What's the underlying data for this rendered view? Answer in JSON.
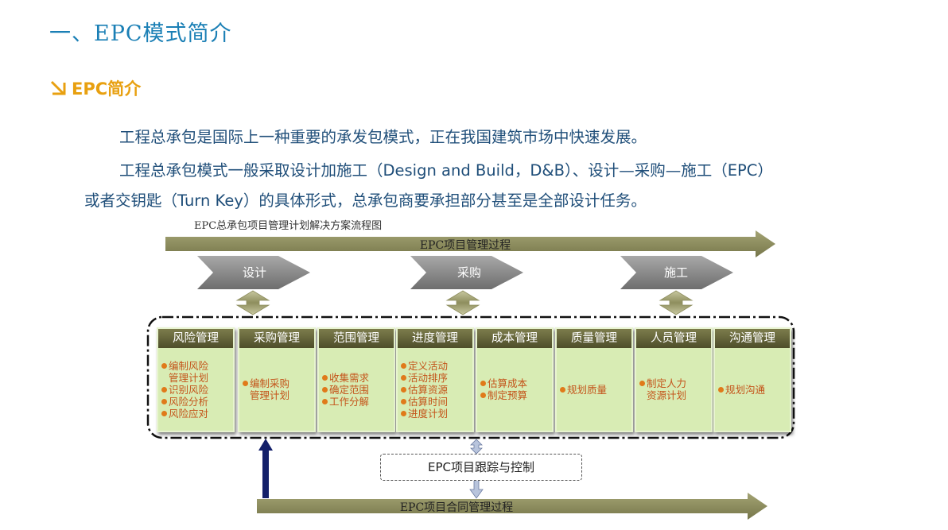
{
  "title": "一、EPC模式简介",
  "subtitle": "EPC简介",
  "paragraphs": [
    "工程总承包是国际上一种重要的承发包模式，正在我国建筑市场中快速发展。",
    "工程总承包模式一般采取设计加施工（Design and Build，D&B）、设计—采购—施工（EPC）",
    "或者交钥匙（Turn Key）的具体形式，总承包商要承担部分甚至是全部设计任务。"
  ],
  "diagram": {
    "title": "EPC总承包项目管理计划解决方案流程图",
    "top_arrow": "EPC项目管理过程",
    "phases": [
      "设计",
      "采购",
      "施工"
    ],
    "modules": [
      {
        "header": "风险管理",
        "items": [
          [
            "编制风险",
            "管理计划"
          ],
          [
            "识别风险"
          ],
          [
            "风险分析"
          ],
          [
            "风险应对"
          ]
        ]
      },
      {
        "header": "采购管理",
        "items": [
          [
            "编制采购",
            "管理计划"
          ]
        ]
      },
      {
        "header": "范围管理",
        "items": [
          [
            "收集需求"
          ],
          [
            "确定范围"
          ],
          [
            "工作分解"
          ]
        ]
      },
      {
        "header": "进度管理",
        "items": [
          [
            "定义活动"
          ],
          [
            "活动排序"
          ],
          [
            "估算资源"
          ],
          [
            "估算时间"
          ],
          [
            "进度计划"
          ]
        ]
      },
      {
        "header": "成本管理",
        "items": [
          [
            "估算成本"
          ],
          [
            "制定预算"
          ]
        ]
      },
      {
        "header": "质量管理",
        "items": [
          [
            "规划质量"
          ]
        ]
      },
      {
        "header": "人员管理",
        "items": [
          [
            "制定人力",
            "资源计划"
          ]
        ]
      },
      {
        "header": "沟通管理",
        "items": [
          [
            "规划沟通"
          ]
        ]
      }
    ],
    "tracking": "EPC项目跟踪与控制",
    "bottom_arrow": "EPC项目合同管理过程",
    "colors": {
      "arrow_olive": "#8a8a58",
      "chevron_gray": "#8a8a8a",
      "box_green": "#d8ecb4",
      "header_dark": "#5e5e36",
      "item_orange": "#c4541a",
      "title_blue": "#1a7fb5",
      "text_navy": "#1f4e79",
      "sub_gold": "#e8a010"
    }
  }
}
